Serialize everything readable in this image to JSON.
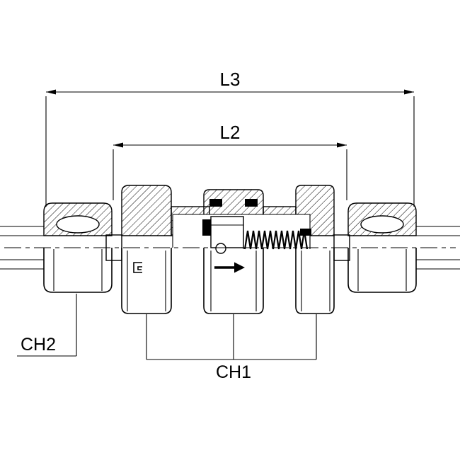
{
  "labels": {
    "l3": "L3",
    "l2": "L2",
    "ch1": "CH1",
    "ch2": "CH2"
  },
  "icons": {
    "flow_arrow": "right-arrow",
    "brand_mark": "manufacturer-mark"
  },
  "colors": {
    "line": "#000000",
    "background": "#ffffff",
    "seal_fill": "#000000"
  }
}
